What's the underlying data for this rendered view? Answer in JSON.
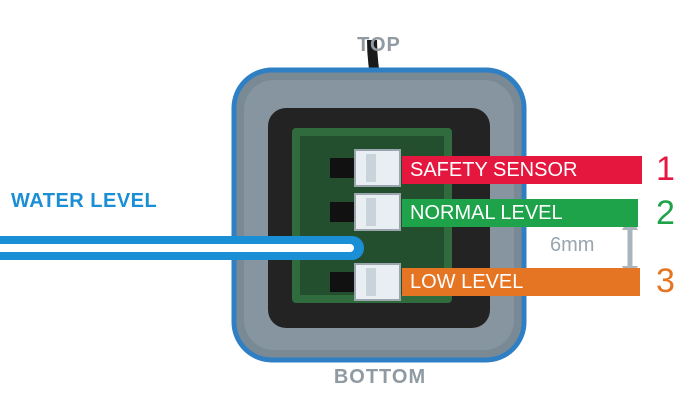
{
  "labels": {
    "top": "TOP",
    "bottom": "BOTTOM",
    "water_level": "WATER LEVEL",
    "gap": "6mm"
  },
  "sensors": [
    {
      "label": "SAFETY SENSOR",
      "number": "1",
      "color": "#e5173f"
    },
    {
      "label": "NORMAL LEVEL",
      "number": "2",
      "color": "#1ea24a"
    },
    {
      "label": "LOW LEVEL",
      "number": "3",
      "color": "#e57522"
    }
  ],
  "colors": {
    "water": "#1b8fd6",
    "caption": "#8f9aa3",
    "housing_outline": "#2f7fc4"
  }
}
